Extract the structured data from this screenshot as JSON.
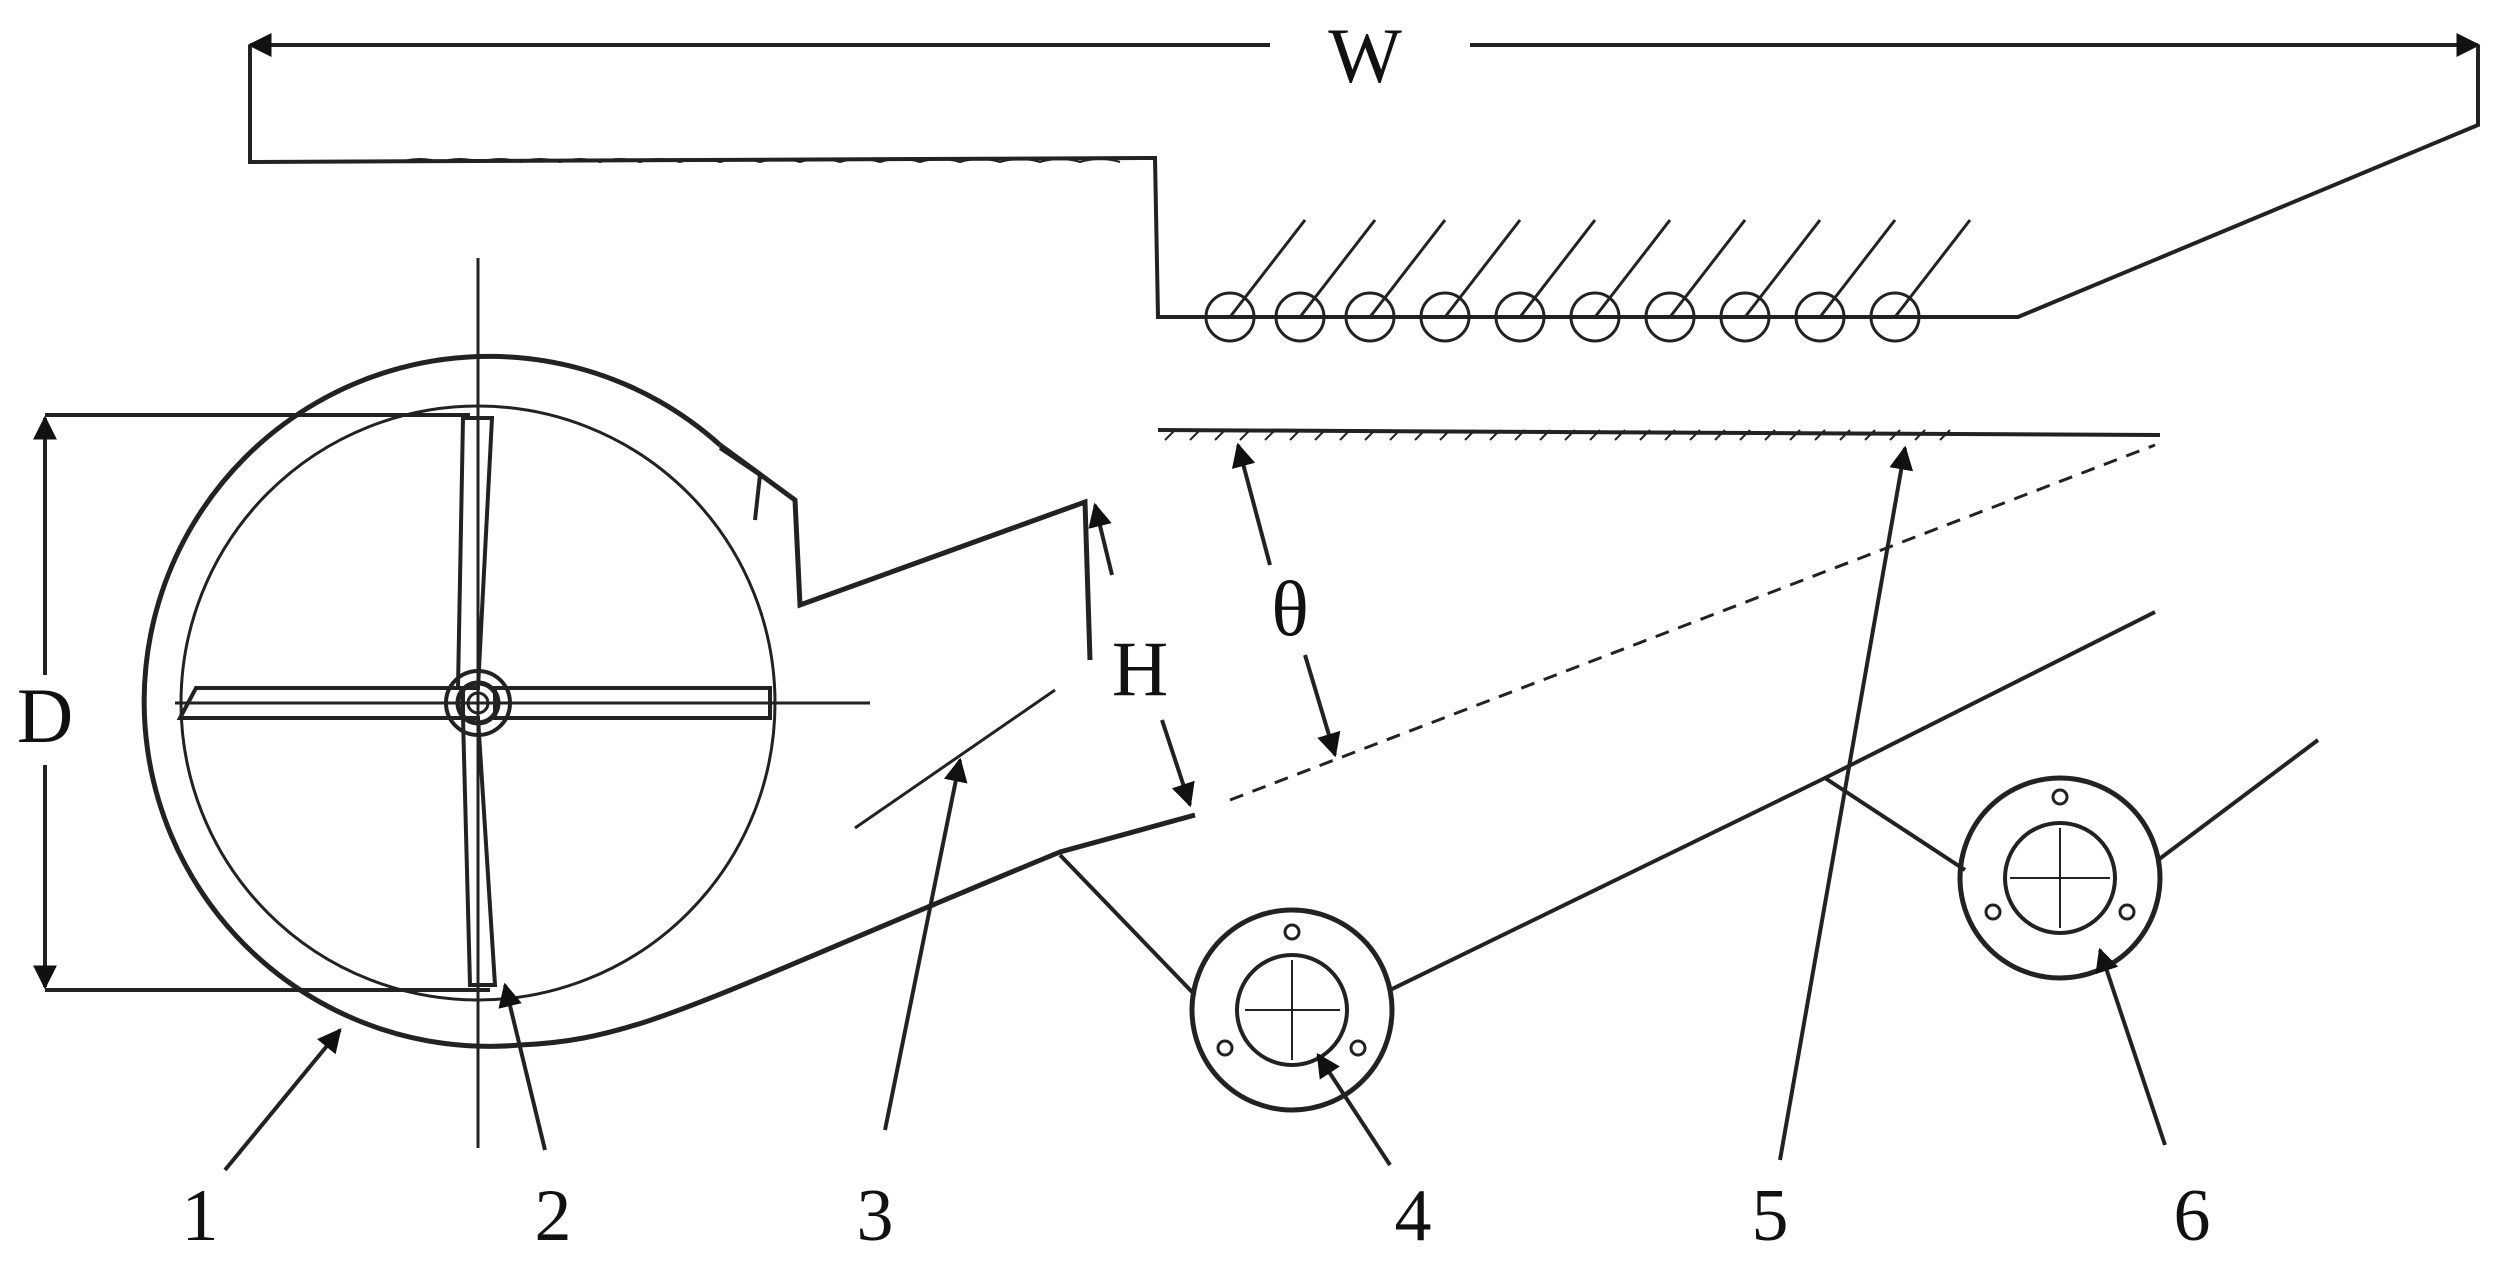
{
  "diagram": {
    "dimensions": {
      "width": "W",
      "diameter": "D",
      "height": "H",
      "angle": "θ"
    },
    "callouts": [
      "1",
      "2",
      "3",
      "4",
      "5",
      "6"
    ],
    "colors": {
      "line": "#222222",
      "background": "#ffffff"
    }
  }
}
